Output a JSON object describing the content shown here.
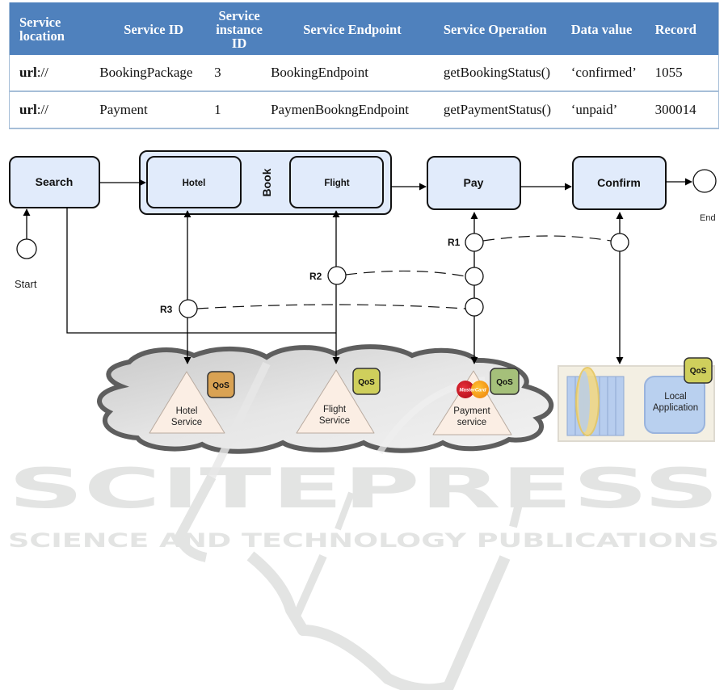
{
  "table": {
    "headers": [
      "Service location",
      "Service ID",
      "Service instance ID",
      "Service Endpoint",
      "Service Operation",
      "Data value",
      "Record"
    ],
    "header_lines": {
      "location": [
        "Service",
        "location"
      ],
      "instance": [
        "Service",
        "instance",
        "ID"
      ]
    },
    "rows": [
      {
        "location_bold": "url",
        "location_rest": "://",
        "service_id": "BookingPackage",
        "instance_id": "3",
        "endpoint": "BookingEndpoint",
        "operation": "getBookingStatus()",
        "data_value": "‘confirmed’",
        "record": "1055"
      },
      {
        "location_bold": "url",
        "location_rest": "://",
        "service_id": "Payment",
        "instance_id": "1",
        "endpoint": "PaymenBookngEndpoint",
        "operation": "getPaymentStatus()",
        "data_value": "‘unpaid’",
        "record": "300014"
      }
    ]
  },
  "diagram": {
    "tasks": {
      "search": "Search",
      "book": "Book",
      "hotel": "Hotel",
      "flight": "Flight",
      "pay": "Pay",
      "confirm": "Confirm"
    },
    "events": {
      "start": "Start",
      "end": "End"
    },
    "relations": {
      "r1": "R1",
      "r2": "R2",
      "r3": "R3"
    },
    "services": {
      "hotel": [
        "Hotel",
        "Service"
      ],
      "flight": [
        "Flight",
        "Service"
      ],
      "payment": [
        "Payment",
        "service"
      ],
      "local": [
        "Local",
        "Application"
      ]
    },
    "qos_label": "QoS",
    "card_label": "MasterCard",
    "colors": {
      "task_fill": "#e1ebfb",
      "header_blue": "#4f81bd",
      "qos_hotel": "#d9a253",
      "qos_flight": "#cfcf5c",
      "qos_payment": "#a5c07a",
      "qos_local": "#cfcf5c",
      "service_triangle": "#fbeee4",
      "cloud": "#d3d3d3"
    }
  },
  "watermark": {
    "title": "SCITEPRESS",
    "subtitle": "SCIENCE AND TECHNOLOGY PUBLICATIONS"
  }
}
